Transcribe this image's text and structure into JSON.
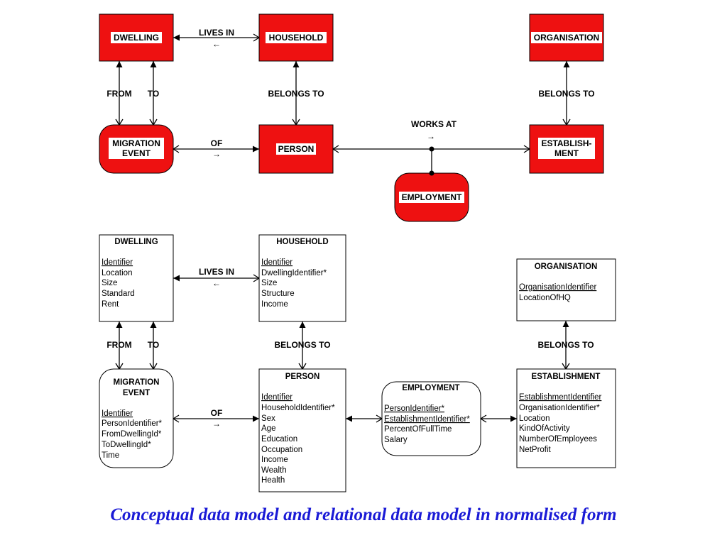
{
  "colors": {
    "entity_fill": "#ee1111",
    "caption": "#1a1ad6",
    "line": "#000000"
  },
  "conceptual": {
    "dwelling": "DWELLING",
    "household": "HOUSEHOLD",
    "organisation": "ORGANISATION",
    "migration_event_l1": "MIGRATION",
    "migration_event_l2": "EVENT",
    "person": "PERSON",
    "establishment_l1": "ESTABLISH-",
    "establishment_l2": "MENT",
    "employment": "EMPLOYMENT"
  },
  "relationships": {
    "lives_in": "LIVES IN",
    "lives_in_arrow": "←",
    "from": "FROM",
    "to": "TO",
    "belongs_to": "BELONGS TO",
    "of": "OF",
    "of_arrow": "→",
    "works_at": "WORKS AT",
    "works_at_arrow": "→"
  },
  "relational": {
    "dwelling": {
      "title": "DWELLING",
      "attrs": [
        "Identifier",
        "Location",
        "Size",
        "Standard",
        "Rent"
      ]
    },
    "household": {
      "title": "HOUSEHOLD",
      "attrs": [
        "Identifier",
        "DwellingIdentifier*",
        "Size",
        "Structure",
        "Income"
      ]
    },
    "organisation": {
      "title": "ORGANISATION",
      "attrs": [
        "OrganisationIdentifier",
        "LocationOfHQ"
      ]
    },
    "migration_event": {
      "title_l1": "MIGRATION",
      "title_l2": "EVENT",
      "attrs": [
        "Identifier",
        "PersonIdentifier*",
        "FromDwellingId*",
        "ToDwellingId*",
        "Time"
      ]
    },
    "person": {
      "title": "PERSON",
      "attrs": [
        "Identifier",
        "HouseholdIdentifier*",
        "Sex",
        "Age",
        "Education",
        "Occupation",
        "Income",
        "Wealth",
        "Health"
      ]
    },
    "employment": {
      "title": "EMPLOYMENT",
      "attrs": [
        "PersonIdentifier*",
        "EstablishmentIdentifier*",
        "PercentOfFullTime",
        "Salary"
      ]
    },
    "establishment": {
      "title": "ESTABLISHMENT",
      "attrs": [
        "EstablishmentIdentifier",
        "OrganisationIdentifier*",
        "Location",
        "KindOfActivity",
        "NumberOfEmployees",
        "NetProfit"
      ]
    }
  },
  "caption": "Conceptual data model and  relational data model in normalised form"
}
